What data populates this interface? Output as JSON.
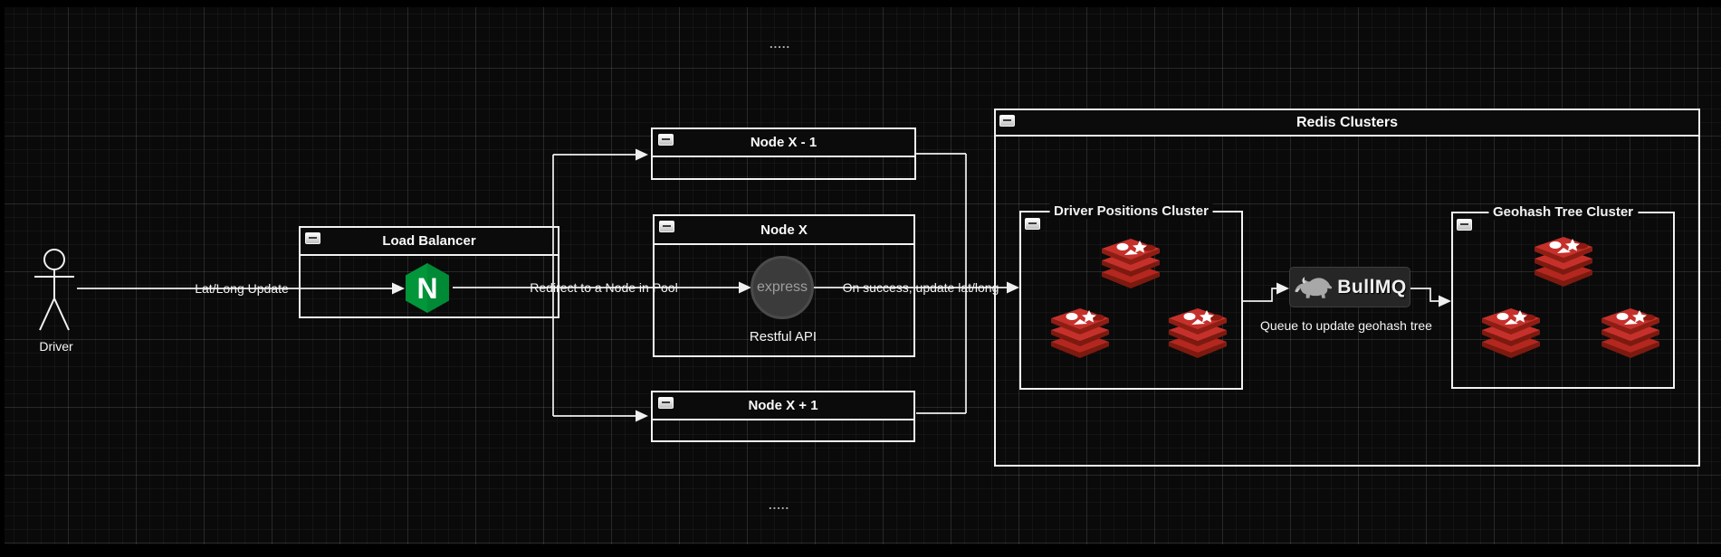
{
  "actor": {
    "label": "Driver"
  },
  "edge_labels": {
    "lat_long": "Lat/Long Update",
    "redirect": "Redirect to a Node in Pool",
    "on_success": "On success, update lat/long",
    "queue": "Queue to update geohash tree"
  },
  "nodes": {
    "load_balancer": {
      "title": "Load Balancer"
    },
    "node_prev": {
      "title": "Node X - 1"
    },
    "node_x": {
      "title": "Node X",
      "caption": "Restful API"
    },
    "node_next": {
      "title": "Node X + 1"
    }
  },
  "containers": {
    "redis_clusters": {
      "title": "Redis Clusters"
    },
    "driver_positions_cluster": {
      "title": "Driver Positions Cluster",
      "redis_icons": 3
    },
    "geohash_tree_cluster": {
      "title": "Geohash Tree Cluster",
      "redis_icons": 3
    }
  },
  "logos": {
    "nginx_letter": "N",
    "express_text": "express",
    "bullmq_text": "BullMQ"
  },
  "decorations": {
    "dots_top": ".....",
    "dots_bottom": "....."
  },
  "colors": {
    "background": "#0a0a0a",
    "line": "#f2f2f2",
    "nginx_green": "#009639",
    "redis_red": "#c6302b",
    "redis_dark": "#8e1e14",
    "express_circle": "#3b3b3b",
    "bullmq_bg": "#262626"
  }
}
